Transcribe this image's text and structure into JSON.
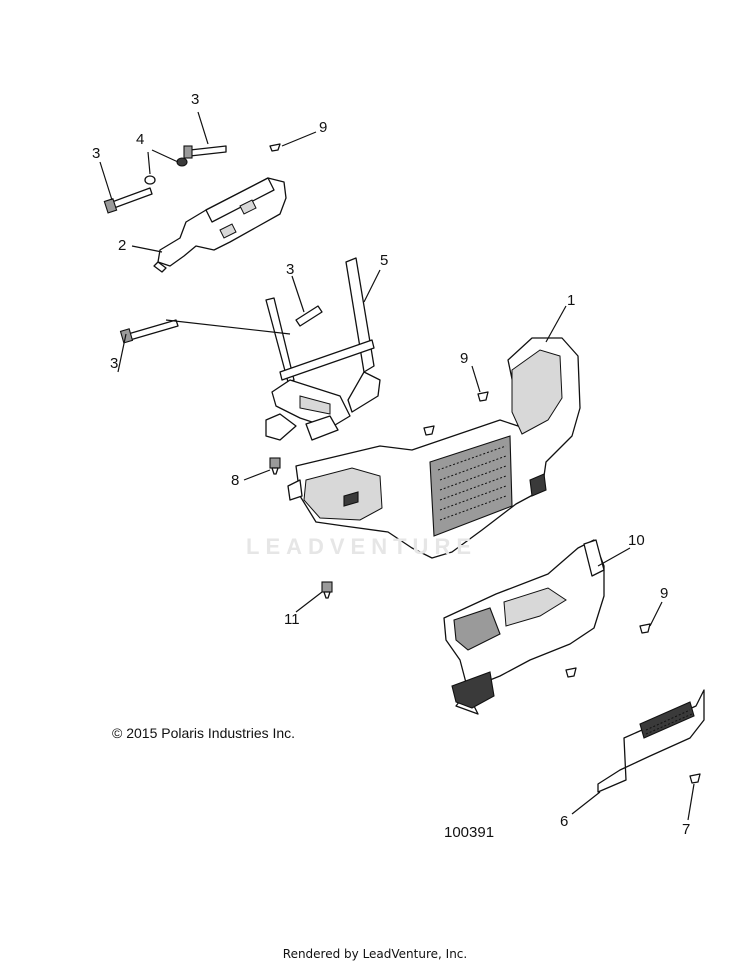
{
  "callouts": {
    "c1": "1",
    "c2": "2",
    "c3a": "3",
    "c3b": "3",
    "c3c": "3",
    "c3d": "3",
    "c4": "4",
    "c5": "5",
    "c6": "6",
    "c7": "7",
    "c8": "8",
    "c9a": "9",
    "c9b": "9",
    "c9c": "9",
    "c10": "10",
    "c11": "11"
  },
  "copyright": "© 2015 Polaris Industries Inc.",
  "diagram_number": "100391",
  "watermark": "LEADVENTURE",
  "footer": "Rendered by LeadVenture, Inc."
}
